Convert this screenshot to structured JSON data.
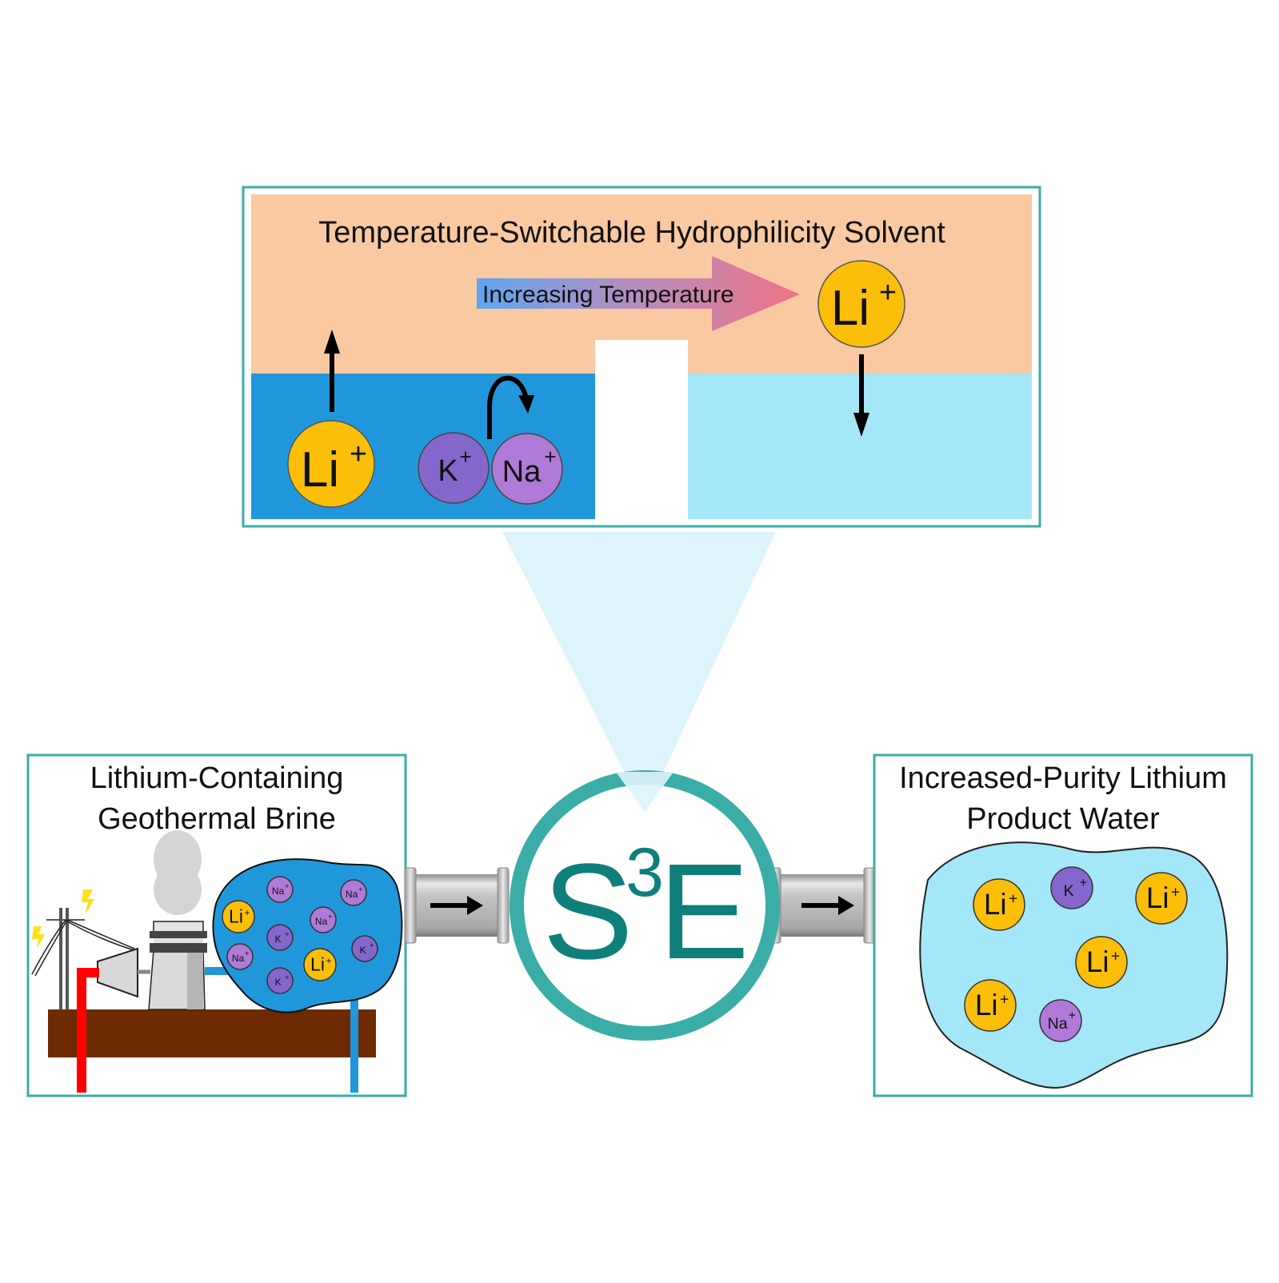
{
  "top_panel": {
    "title": "Temperature-Switchable Hydrophilicity Solvent",
    "arrow_label": "Increasing Temperature",
    "ions_left": [
      {
        "symbol": "Li",
        "charge": "+",
        "type": "lithium"
      },
      {
        "symbol": "K",
        "charge": "+",
        "type": "potassium"
      },
      {
        "symbol": "Na",
        "charge": "+",
        "type": "sodium"
      }
    ],
    "ion_right": {
      "symbol": "Li",
      "charge": "+",
      "type": "lithium"
    }
  },
  "left_panel": {
    "title_line1": "Lithium-Containing",
    "title_line2": "Geothermal Brine",
    "ions": [
      {
        "symbol": "Na",
        "charge": "+"
      },
      {
        "symbol": "Na",
        "charge": "+"
      },
      {
        "symbol": "Li",
        "charge": "+"
      },
      {
        "symbol": "Na",
        "charge": "+"
      },
      {
        "symbol": "K",
        "charge": "+"
      },
      {
        "symbol": "Na",
        "charge": "+"
      },
      {
        "symbol": "K",
        "charge": "+"
      },
      {
        "symbol": "Li",
        "charge": "+"
      },
      {
        "symbol": "K",
        "charge": "+"
      }
    ]
  },
  "center": {
    "label_main": "S",
    "label_sup": "3",
    "label_end": "E"
  },
  "right_panel": {
    "title_line1": "Increased-Purity Lithium",
    "title_line2": "Product Water",
    "ions": [
      {
        "symbol": "Li",
        "charge": "+"
      },
      {
        "symbol": "K",
        "charge": "+"
      },
      {
        "symbol": "Li",
        "charge": "+"
      },
      {
        "symbol": "Li",
        "charge": "+"
      },
      {
        "symbol": "Li",
        "charge": "+"
      },
      {
        "symbol": "Na",
        "charge": "+"
      }
    ]
  },
  "colors": {
    "teal": "#3aada8",
    "teal_text": "#0f7f7c",
    "solvent": "#f9c9a2",
    "brine": "#2197db",
    "product_water": "#a4e7f8",
    "lithium": "#fbbf0a",
    "potassium": "#8466cc",
    "sodium": "#b07ad8",
    "ground": "#6e2a02",
    "hot_pipe": "#ff0000"
  }
}
